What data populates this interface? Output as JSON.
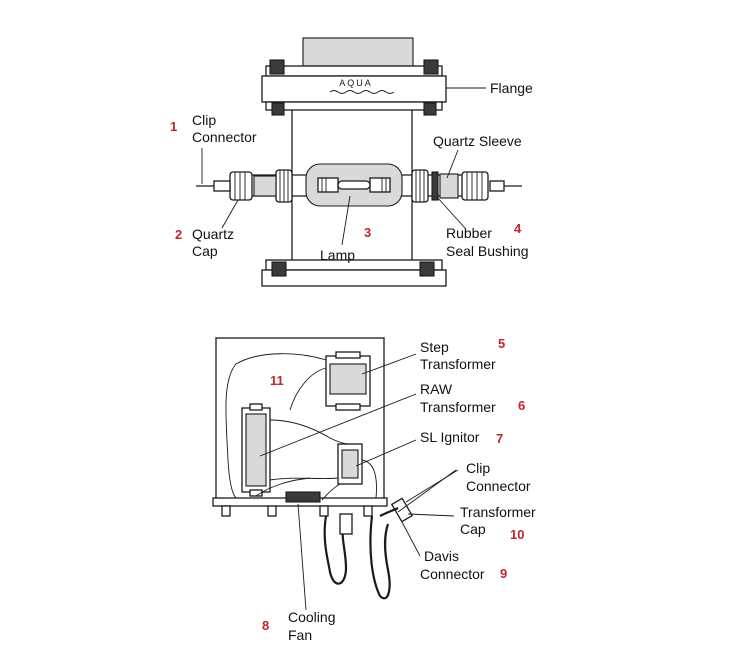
{
  "top_diagram": {
    "logo_text": "AQUA",
    "labels": {
      "flange": "Flange",
      "clip_connector_line1": "Clip",
      "clip_connector_line2": "Connector",
      "quartz_sleeve": "Quartz Sleeve",
      "quartz_cap_line1": "Quartz",
      "quartz_cap_line2": "Cap",
      "lamp": "Lamp",
      "rubber_seal_line1": "Rubber",
      "rubber_seal_line2": "Seal Bushing"
    },
    "numbers": {
      "clip_connector": "1",
      "quartz_cap": "2",
      "lamp": "3",
      "rubber_seal": "4"
    }
  },
  "bottom_diagram": {
    "labels": {
      "step_transformer_line1": "Step",
      "step_transformer_line2": "Transformer",
      "raw_transformer_line1": "RAW",
      "raw_transformer_line2": "Transformer",
      "sl_ignitor": "SL Ignitor",
      "clip_connector_line1": "Clip",
      "clip_connector_line2": "Connector",
      "transformer_cap_line1": "Transformer",
      "transformer_cap_line2": "Cap",
      "davis_connector_line1": "Davis",
      "davis_connector_line2": "Connector",
      "cooling_fan_line1": "Cooling",
      "cooling_fan_line2": "Fan"
    },
    "numbers": {
      "step_transformer": "5",
      "raw_transformer": "6",
      "sl_ignitor": "7",
      "cooling_fan": "8",
      "davis_connector": "9",
      "transformer_cap": "10",
      "enclosure": "11"
    }
  }
}
